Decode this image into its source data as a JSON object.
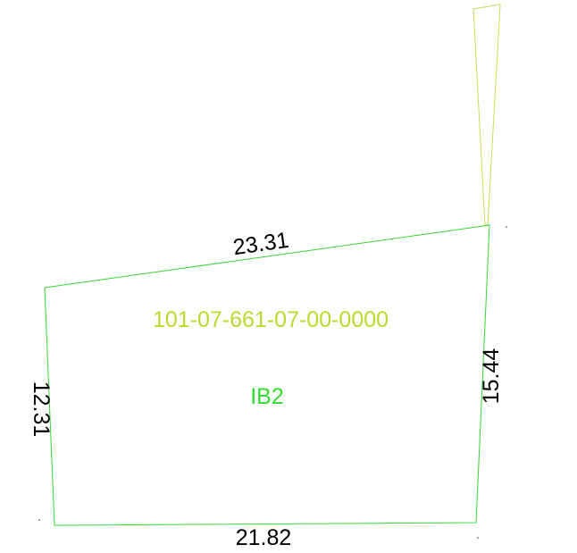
{
  "map": {
    "parcel": {
      "id_label": "101-07-661-07-00-0000",
      "zone_label": "IB2",
      "boundary_color": "#36d636",
      "id_color": "#bcd82a",
      "zone_color": "#2fdc2f"
    },
    "dimensions": {
      "top": "23.31",
      "left": "12.31",
      "right": "15.44",
      "bottom": "21.82"
    },
    "adjacent_strip": {
      "color": "#c7dc54"
    }
  }
}
